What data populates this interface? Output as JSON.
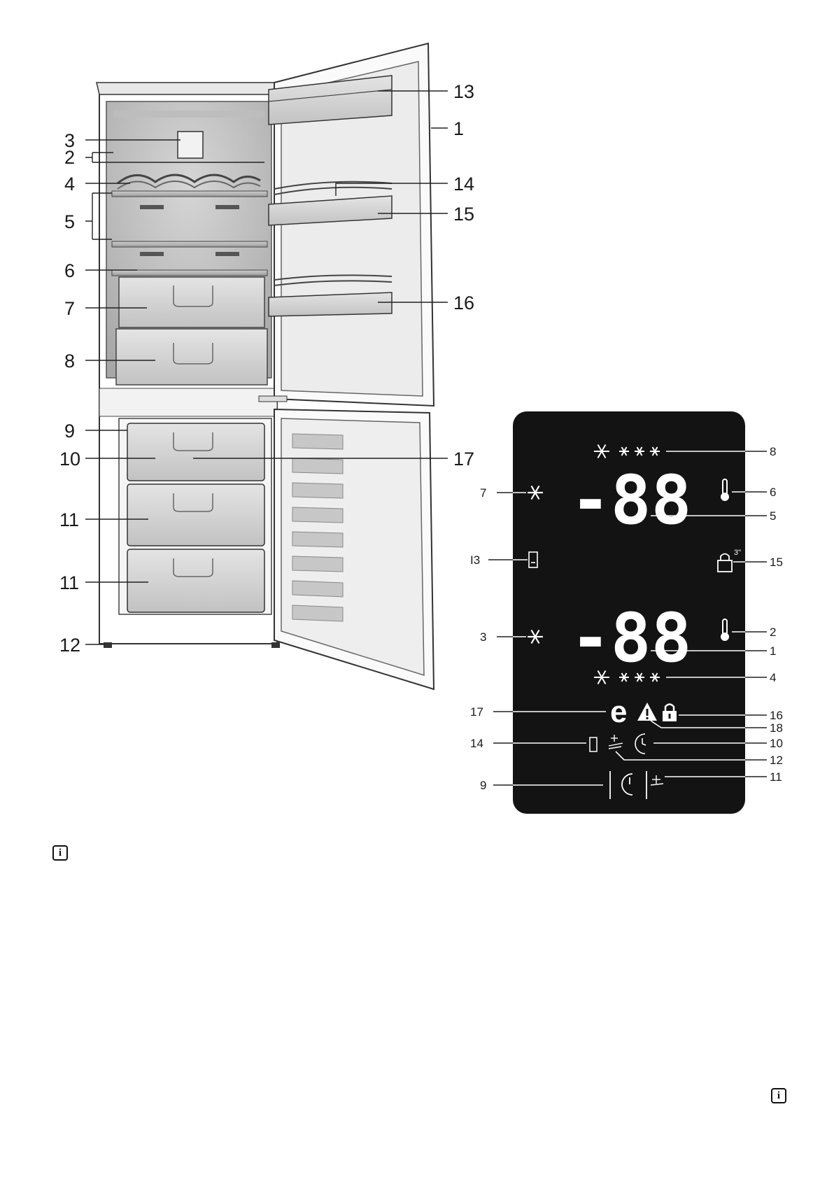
{
  "fridge_callouts": [
    {
      "label": "13"
    },
    {
      "label": "1"
    },
    {
      "label": "3"
    },
    {
      "label": "2"
    },
    {
      "label": "4"
    },
    {
      "label": "14"
    },
    {
      "label": "15"
    },
    {
      "label": "5"
    },
    {
      "label": "6"
    },
    {
      "label": "7"
    },
    {
      "label": "16"
    },
    {
      "label": "8"
    },
    {
      "label": "9"
    },
    {
      "label": "10"
    },
    {
      "label": "17"
    },
    {
      "label": "11"
    },
    {
      "label": "11"
    },
    {
      "label": "12"
    }
  ],
  "panel_callouts": [
    {
      "label": "8"
    },
    {
      "label": "7"
    },
    {
      "label": "6"
    },
    {
      "label": "5"
    },
    {
      "label": "I3"
    },
    {
      "label": "15"
    },
    {
      "label": "3"
    },
    {
      "label": "2"
    },
    {
      "label": "1"
    },
    {
      "label": "4"
    },
    {
      "label": "17"
    },
    {
      "label": "16"
    },
    {
      "label": "18"
    },
    {
      "label": "14"
    },
    {
      "label": "10"
    },
    {
      "label": "12"
    },
    {
      "label": "9"
    },
    {
      "label": "11"
    }
  ],
  "panel": {
    "top_digits": "-88",
    "bottom_digits": "-88",
    "eco_symbol": "e",
    "lock_timer": "3\"",
    "snowflake_icon": "snowflake-icon",
    "thermometer_icon": "thermometer-icon",
    "lock_icon": "lock-icon",
    "warning_icon": "warning-icon",
    "colors": {
      "panel_bg": "#131313",
      "glyph": "#ffffff"
    }
  },
  "info_icons": [
    "info-icon",
    "info-icon"
  ]
}
